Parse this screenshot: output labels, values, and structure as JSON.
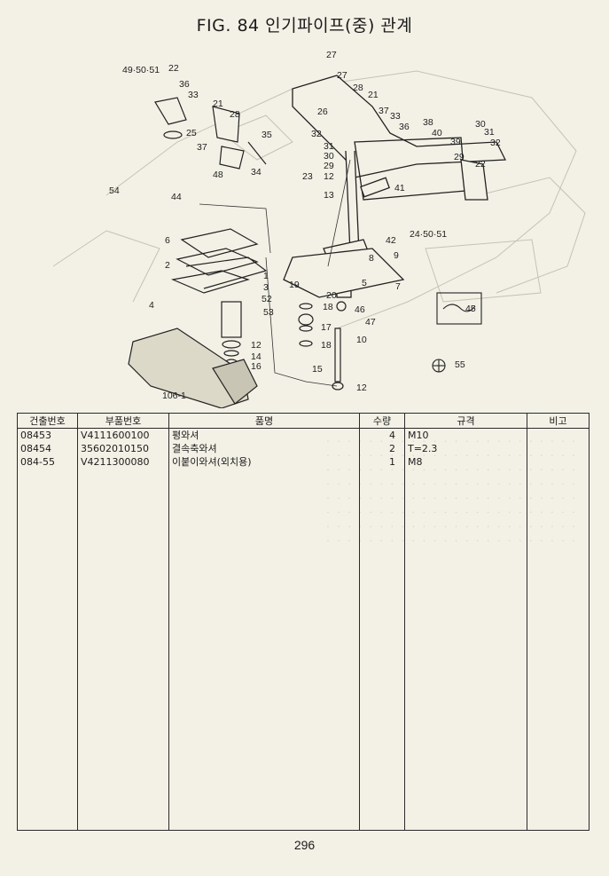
{
  "title": "FIG. 84 인기파이프(중) 관계",
  "diagram": {
    "labels": {
      "l1": "49·50·51",
      "l22a": "22",
      "l36a": "36",
      "l33a": "33",
      "l25": "25",
      "l21a": "21",
      "l28a": "28",
      "l37a": "37",
      "l48": "48",
      "l35": "35",
      "l34": "34",
      "l27a": "27",
      "l27b": "27",
      "l26": "26",
      "l28b": "28",
      "l21b": "21",
      "l37b": "37",
      "l33b": "33",
      "l36b": "36",
      "l38": "38",
      "l40": "40",
      "l39": "39",
      "l29a": "29",
      "l30a": "30",
      "l31a": "31",
      "l32a": "32",
      "l22b": "22",
      "l32b": "32",
      "l31b": "31",
      "l30b": "30",
      "l29b": "29",
      "l12a": "12",
      "l23": "23",
      "l13": "13",
      "l41": "41",
      "l54": "54",
      "l44": "44",
      "l24": "24·50·51",
      "l42": "42",
      "l6": "6",
      "l2": "2",
      "l8": "8",
      "l9": "9",
      "l1n": "1",
      "l3": "3",
      "l52": "52",
      "l53": "53",
      "l4": "4",
      "l19": "19",
      "l20": "20",
      "l5": "5",
      "l7": "7",
      "l18a": "18",
      "l46": "46",
      "l47": "47",
      "l17": "17",
      "l18b": "18",
      "l10": "10",
      "l12b": "12",
      "l14": "14",
      "l16": "16",
      "l15": "15",
      "l12c": "12",
      "l45": "45",
      "l55": "55",
      "l106": "106-1"
    }
  },
  "table": {
    "headers": [
      "건출번호",
      "부품번호",
      "품명",
      "수량",
      "규격",
      "비고"
    ],
    "rows": [
      {
        "code": "08453",
        "part": "V4111600100",
        "name": "평와셔",
        "qty": "4",
        "spec": "M10",
        "note": ""
      },
      {
        "code": "08454",
        "part": "35602010150",
        "name": "결속축와셔",
        "qty": "2",
        "spec": "T=2.3",
        "note": ""
      },
      {
        "code": "084-55",
        "part": "V4211300080",
        "name": "이붙이와셔(외치용)",
        "qty": "1",
        "spec": "M8",
        "note": ""
      }
    ]
  },
  "page_number": "296"
}
